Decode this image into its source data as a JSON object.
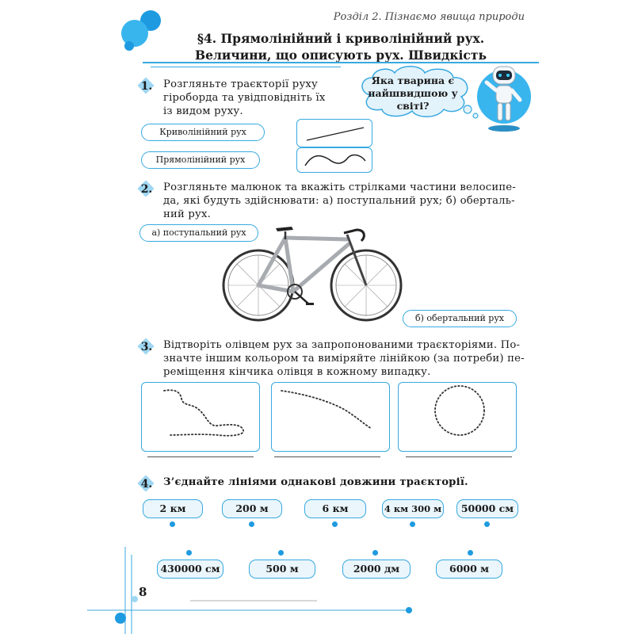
{
  "header": {
    "running_title": "Розділ 2. Пізнаємо явища природи"
  },
  "title": {
    "line1": "§4. Прямолінійний і криволінійний рух.",
    "line2": "Величини, що описують рух. Швидкість"
  },
  "cloud": {
    "question": "Яка тварина є найшвидшою у світі?"
  },
  "task1": {
    "number": "1.",
    "text_line1": "Розгляньте траєкторії руху",
    "text_line2": "гіроборда та увідповідніть їх",
    "text_line3": "із видом руху.",
    "option1": "Криволінійний рух",
    "option2": "Прямолінійний рух"
  },
  "task2": {
    "number": "2.",
    "text_line1": "Розгляньте малюнок та вкажіть стрілками частини велосипе-",
    "text_line2": "да, які будуть здійснювати: а) поступальний рух; б) оберталь-",
    "text_line3": "ний рух.",
    "label_a": "а) поступальний рух",
    "label_b": "б) обертальний рух"
  },
  "task3": {
    "number": "3.",
    "text_line1": "Відтворіть олівцем рух за запропонованими траєкторіями. По-",
    "text_line2": "значте іншим кольором та виміряйте лінійкою (за потреби) пе-",
    "text_line3": "реміщення кінчика олівця в кожному випадку."
  },
  "task4": {
    "number": "4.",
    "text": "З’єднайте лініями однакові довжини траєкторії.",
    "top_row": [
      "2 км",
      "200 м",
      "6 км",
      "4 км 300 м",
      "50000 см"
    ],
    "bottom_row": [
      "430000 см",
      "500 м",
      "2000 дм",
      "6000 м"
    ]
  },
  "footer": {
    "page_number": "8"
  },
  "colors": {
    "accent": "#39a9e0",
    "dot": "#1e9be0",
    "light": "#9fd7f2"
  }
}
